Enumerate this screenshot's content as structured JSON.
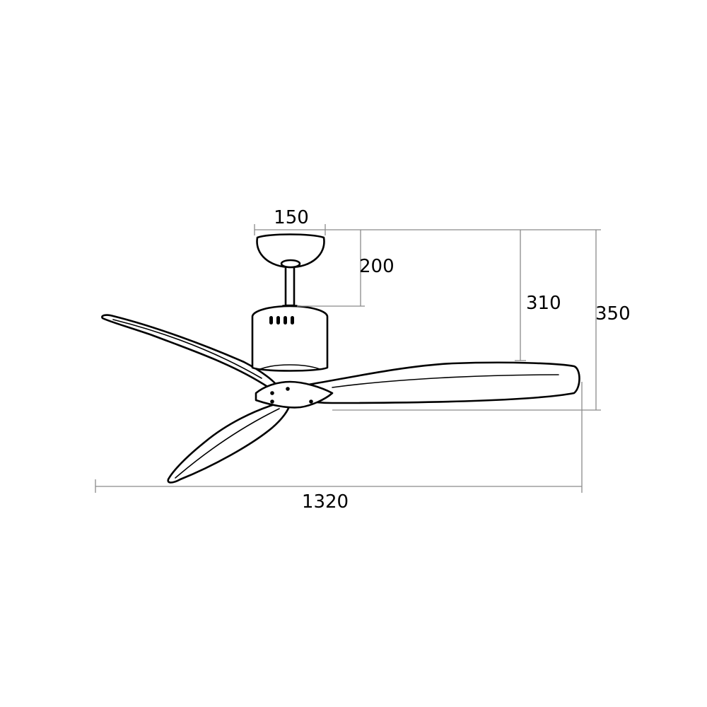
{
  "dimensions": {
    "canopy_width": "150",
    "downrod_height": "200",
    "motor_to_blade": "310",
    "total_height": "350",
    "blade_span": "1320"
  },
  "colors": {
    "line": "#000000",
    "dimension_line": "#8a8a8a",
    "background": "#ffffff"
  }
}
